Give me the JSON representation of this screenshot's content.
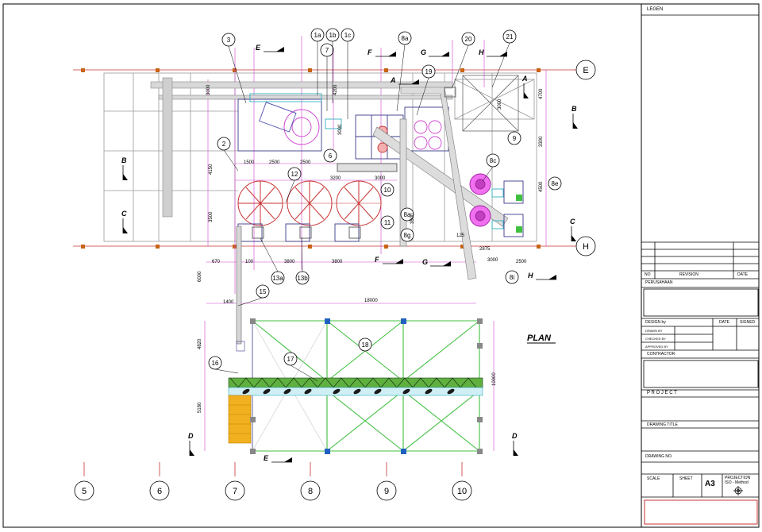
{
  "title_block": {
    "legend": "LEGEN",
    "rev_no": "NO",
    "revision": "REVISION",
    "date": "DATE",
    "perusahaan": "PERUSAHAAN",
    "design_by": "DESIGN  by",
    "date2": "DATE",
    "signed": "SIGNED",
    "drawn_by": "DRAWN BY",
    "checked_by": "CHECKED BY",
    "approved_by": "APPROVED BY",
    "contractor": "CONTRACTOR",
    "project": "P R O J E C T",
    "drawing_title": "DRAWING TITLE",
    "drawing_no": "DRAWING NO.",
    "scale": "SCALE",
    "sheet": "SHEET",
    "sheet_size": "A3",
    "projection": "PROJECTION",
    "projection_method": "ISO  -  Method"
  },
  "drawing": {
    "plan_label": "PLAN",
    "grid_rows": [
      "E",
      "H"
    ],
    "grid_cols": [
      "5",
      "6",
      "7",
      "8",
      "9",
      "10"
    ],
    "callouts": [
      "1a",
      "1b",
      "1c",
      "2",
      "3",
      "6",
      "7",
      "8a",
      "8a",
      "8c",
      "8e",
      "8g",
      "8i",
      "9",
      "10",
      "11",
      "12",
      "13a",
      "13b",
      "15",
      "16",
      "17",
      "18",
      "19",
      "20",
      "21"
    ],
    "section_marks": [
      "A",
      "A",
      "B",
      "B",
      "C",
      "C",
      "D",
      "D",
      "E",
      "E",
      "F",
      "F",
      "G",
      "G",
      "H",
      "H"
    ],
    "dimensions": [
      "1500",
      "2500",
      "2500",
      "3000",
      "3200",
      "3000",
      "4150",
      "3500",
      "3000",
      "4200",
      "3000",
      "4700",
      "3300",
      "4500",
      "3500",
      "670",
      "100",
      "3800",
      "3800",
      "125",
      "2875",
      "3000",
      "2500",
      "6000",
      "1400",
      "18000",
      "4820",
      "5180",
      "10000"
    ]
  }
}
